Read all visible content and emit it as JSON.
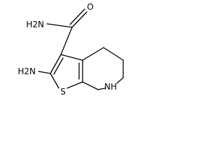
{
  "molecule": {
    "atoms": {
      "o_label": "O",
      "nh2_amide": "H2N",
      "nh2_amine": "H2N",
      "s_label": "S",
      "nh_label": "NH"
    }
  }
}
